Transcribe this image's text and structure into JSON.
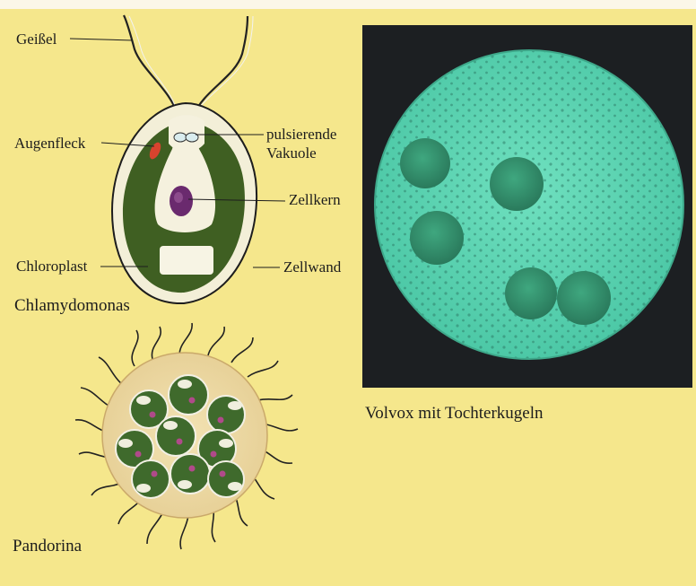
{
  "labels": {
    "geissel": "Geißel",
    "augenfleck": "Augenfleck",
    "pulsierende_1": "pulsierende",
    "pulsierende_2": "Vakuole",
    "zellkern": "Zellkern",
    "chloroplast": "Chloroplast",
    "zellwand": "Zellwand"
  },
  "captions": {
    "chlamydomonas": "Chlamydomonas",
    "volvox": "Volvox mit Tochterkugeln",
    "pandorina": "Pandorina"
  },
  "colors": {
    "background": "#f5e78c",
    "chloroplast_green": "#3f5f22",
    "volvox_teal": "#5fd3b0",
    "volvox_backdrop": "#1c1f22",
    "nucleus_purple": "#6a2a6e",
    "eyespot_red": "#d8432e"
  }
}
